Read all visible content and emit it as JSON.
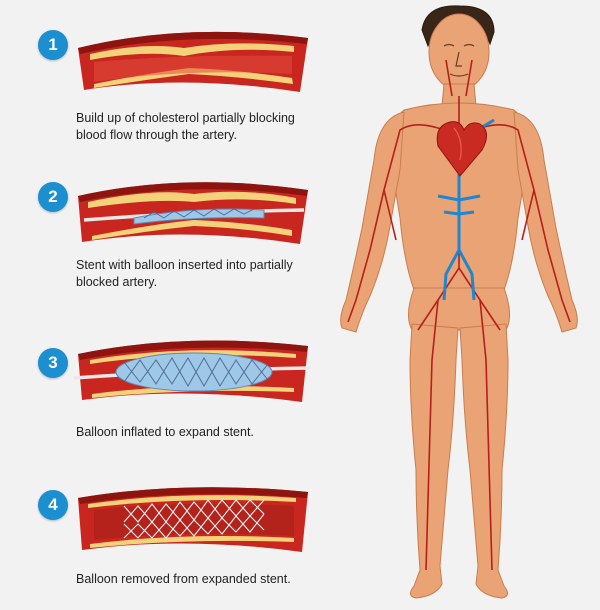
{
  "steps": [
    {
      "number": "1",
      "caption": "Build up of cholesterol partially blocking blood flow through the artery."
    },
    {
      "number": "2",
      "caption": "Stent with balloon inserted into partially blocked artery."
    },
    {
      "number": "3",
      "caption": "Balloon inflated to expand stent."
    },
    {
      "number": "4",
      "caption": "Balloon removed from expanded stent."
    }
  ],
  "colors": {
    "badge": "#1b8fcf",
    "artery_wall": "#c9261f",
    "artery_dark": "#8e1410",
    "plaque": "#f3d27a",
    "stent": "#9fc7e6",
    "skin": "#eaa374",
    "artery_line": "#b5201b",
    "vein": "#1f86d1",
    "heart": "#c92a22"
  }
}
